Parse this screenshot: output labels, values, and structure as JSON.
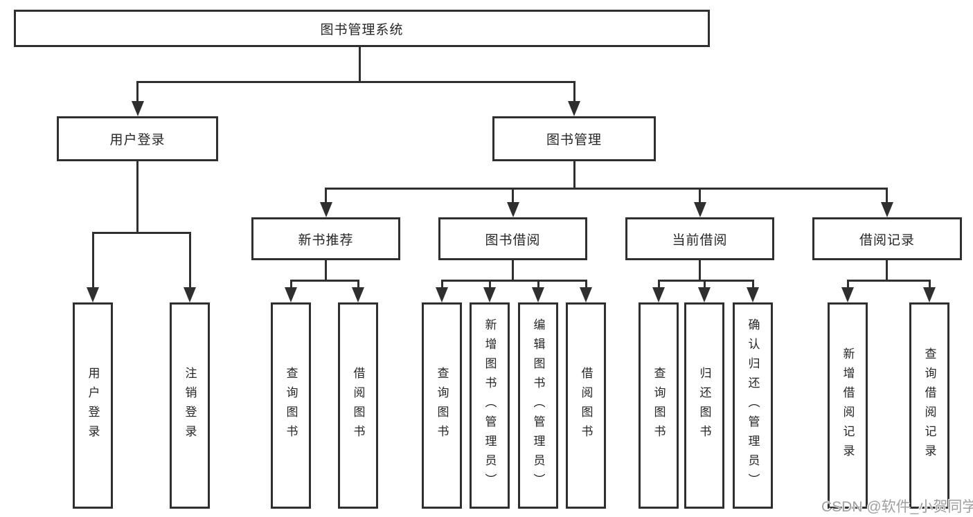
{
  "nodes": {
    "root": "图书管理系统",
    "user_login": "用户登录",
    "book_management": "图书管理",
    "new_book_recommend": "新书推荐",
    "book_borrowing": "图书借阅",
    "current_borrowing": "当前借阅",
    "borrowing_records": "借阅记录",
    "user_login_leaf": "用户登录",
    "logout_leaf": "注销登录",
    "query_books_1": "查询图书",
    "borrow_books_1": "借阅图书",
    "query_books_2": "查询图书",
    "add_books_admin": "新增图书（管理员）",
    "edit_books_admin": "编辑图书（管理员）",
    "borrow_books_2": "借阅图书",
    "query_books_3": "查询图书",
    "return_books": "归还图书",
    "confirm_return_admin": "确认归还（管理员）",
    "add_borrow_record": "新增借阅记录",
    "query_borrow_record": "查询借阅记录"
  },
  "hierarchy": {
    "图书管理系统": {
      "用户登录": [
        "用户登录",
        "注销登录"
      ],
      "图书管理": {
        "新书推荐": [
          "查询图书",
          "借阅图书"
        ],
        "图书借阅": [
          "查询图书",
          "新增图书（管理员）",
          "编辑图书（管理员）",
          "借阅图书"
        ],
        "当前借阅": [
          "查询图书",
          "归还图书",
          "确认归还（管理员）"
        ],
        "借阅记录": [
          "新增借阅记录",
          "查询借阅记录"
        ]
      }
    }
  },
  "watermark": "CSDN @软件_小贺同学",
  "colors": {
    "line": "#2f2f2f",
    "text": "#262626",
    "watermark_gray": "#9f9f9f",
    "background": "#ffffff"
  }
}
